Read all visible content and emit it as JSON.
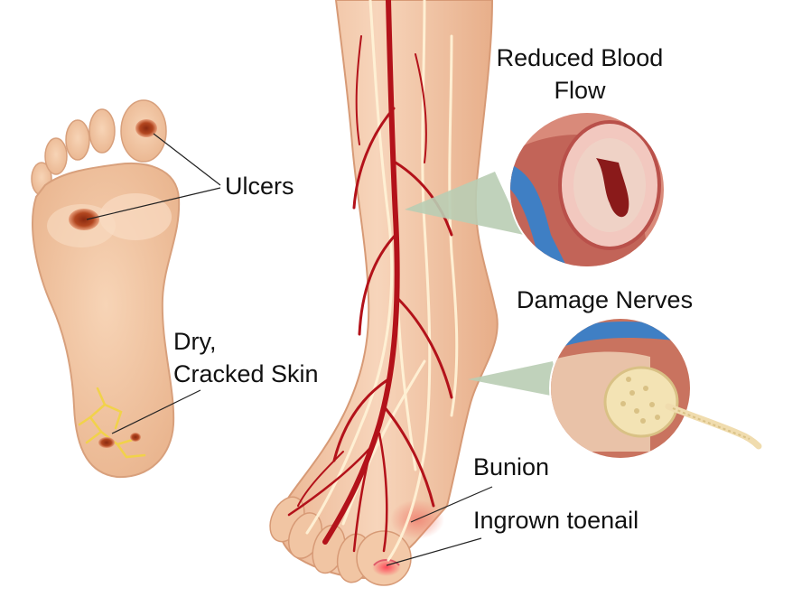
{
  "labels": {
    "reduced_blood_flow": [
      "Reduced Blood",
      "Flow"
    ],
    "ulcers": "Ulcers",
    "damage_nerves": "Damage Nerves",
    "dry_cracked_skin": [
      "Dry,",
      "Cracked Skin"
    ],
    "bunion": "Bunion",
    "ingrown_toenail": "Ingrown toenail"
  },
  "colors": {
    "skin": "#f3c9a8",
    "skin_shadow": "#e8b08c",
    "artery": "#b3121a",
    "nerve": "#fff2d6",
    "vein": "#3f7fc4",
    "ulcer": "#a83a1e",
    "crack": "#f1d24a",
    "callout": "#b9cdb4"
  }
}
